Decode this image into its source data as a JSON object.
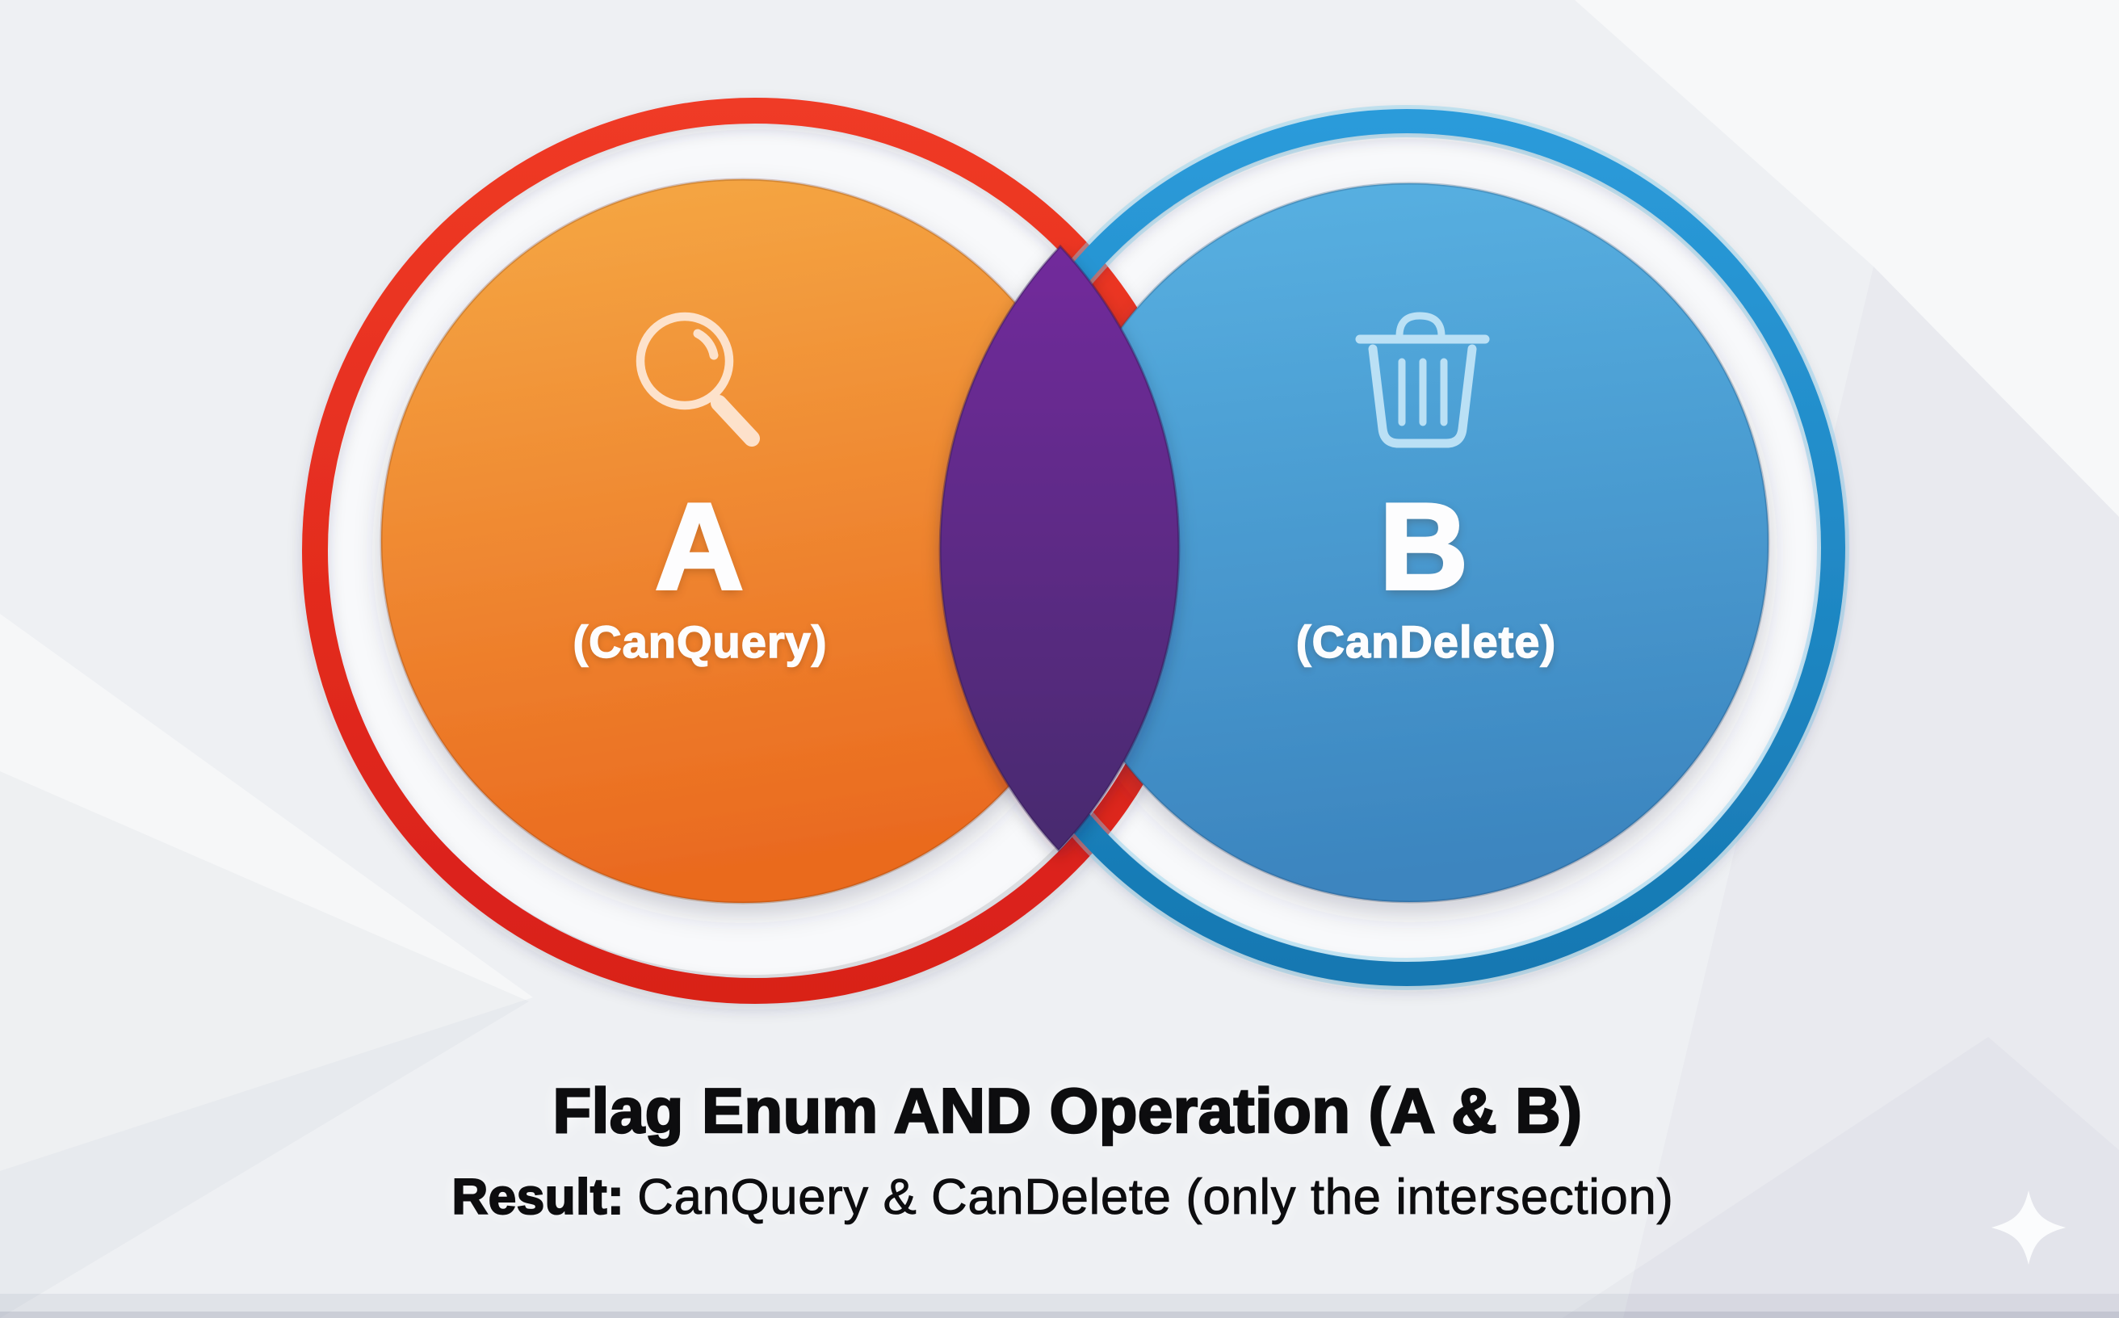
{
  "colors": {
    "bg": "#EEF0F3",
    "whiteBand": "#F8F9FB",
    "ringRedTop": "#EF3A25",
    "ringRedBottom": "#D92019",
    "orangeTop": "#F5A945",
    "orangeBottom": "#EA6A1F",
    "ringBlueTop": "#2B9BDA",
    "ringBlueBottom": "#1678B2",
    "blueTop": "#58B1E2",
    "blueBottom": "#3C85BF",
    "purpleTop": "#722C9C",
    "purpleBottom": "#482B6F",
    "textDark": "#0D0D0F",
    "textLight": "#FDFDFE",
    "iconPeach": "#FFE9D8",
    "iconBlue": "#C4E6F8",
    "sparkle": "#FBFCFD"
  },
  "venn": {
    "set_a": {
      "letter": "A",
      "caption": "(CanQuery)",
      "icon": "search-icon"
    },
    "set_b": {
      "letter": "B",
      "caption": "(CanDelete)",
      "icon": "trash-icon"
    },
    "intersection": {
      "meaning": "A & B"
    }
  },
  "caption": {
    "title": "Flag Enum AND Operation (A & B)",
    "result_label": "Result:",
    "result_text": "CanQuery & CanDelete (only the intersection)"
  },
  "decor": {
    "corner_icon": "sparkle-icon"
  }
}
